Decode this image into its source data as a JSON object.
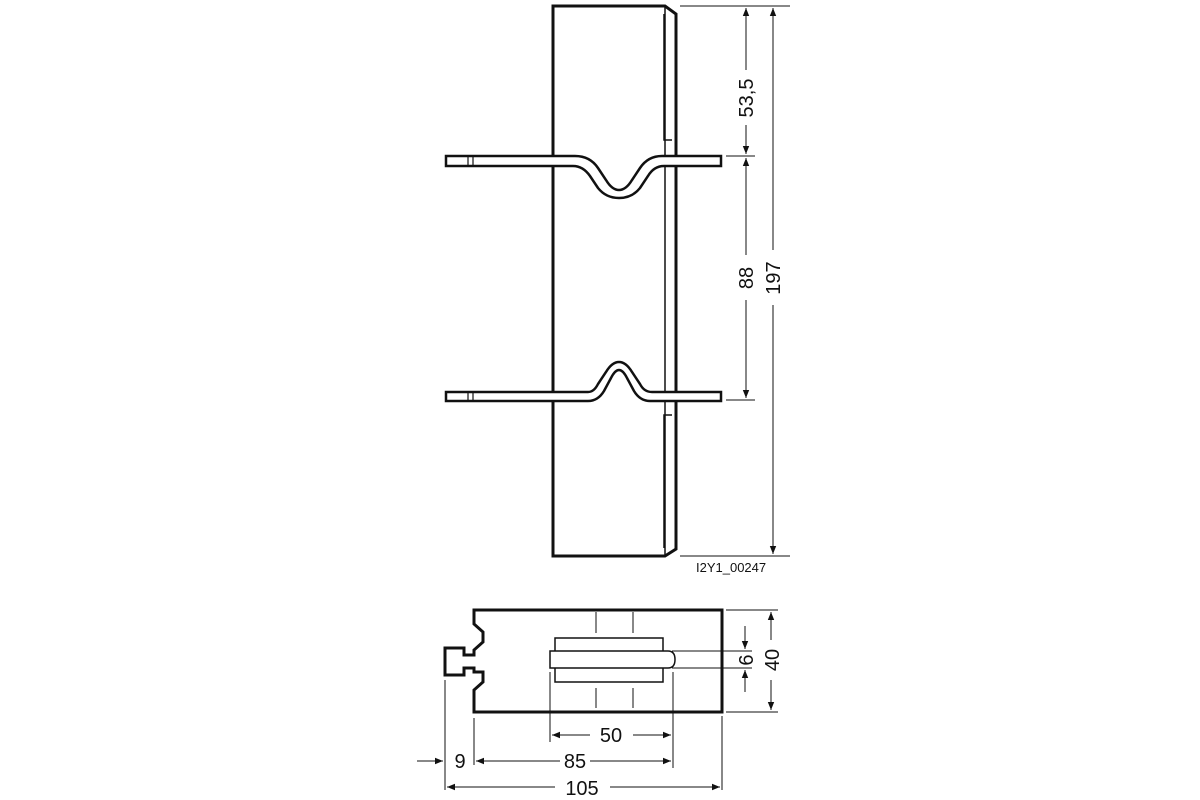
{
  "drawing": {
    "reference_code": "I2Y1_00247",
    "line_color": "#111111",
    "background_color": "#ffffff"
  },
  "front_view": {
    "dimensions": {
      "top_to_first_bracket": "53,5",
      "bracket_spacing": "88",
      "overall_height": "197"
    }
  },
  "top_view": {
    "dimensions": {
      "slot_width": "6",
      "depth": "40",
      "slot_length": "50",
      "inner_length": "85",
      "tab_offset": "9",
      "overall_length": "105"
    }
  }
}
